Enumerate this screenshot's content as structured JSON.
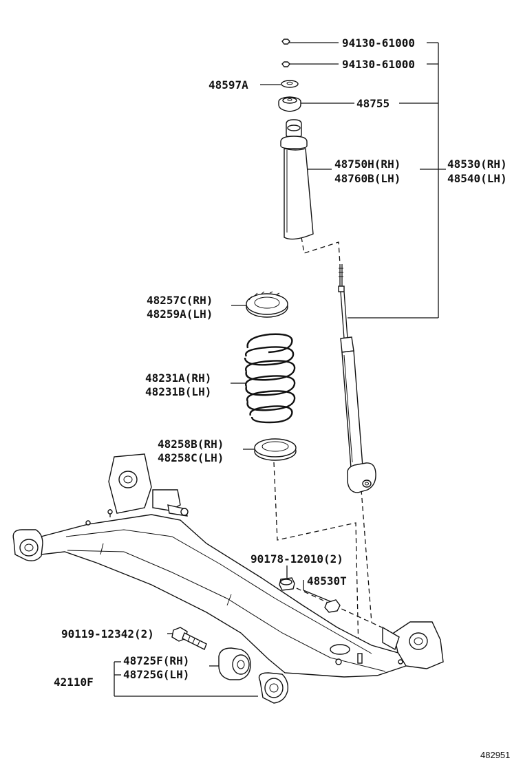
{
  "labels": {
    "nut1": "94130-61000",
    "nut2": "94130-61000",
    "washer": "48597A",
    "support": "48755",
    "absorber_rh": "48750H(RH)",
    "absorber_lh": "48760B(LH)",
    "assy_rh": "48530(RH)",
    "assy_lh": "48540(LH)",
    "insulator_upper_rh": "48257C(RH)",
    "insulator_upper_lh": "48259A(LH)",
    "spring_rh": "48231A(RH)",
    "spring_lh": "48231B(LH)",
    "insulator_lower_rh": "48258B(RH)",
    "insulator_lower_lh": "48258C(LH)",
    "bolt_lower": "90178-12010(2)",
    "cushion": "48530T",
    "bolt_axle": "90119-12342(2)",
    "bush_rh": "48725F(RH)",
    "bush_lh": "48725G(LH)",
    "beam": "42110F"
  },
  "figure_number": "482951"
}
